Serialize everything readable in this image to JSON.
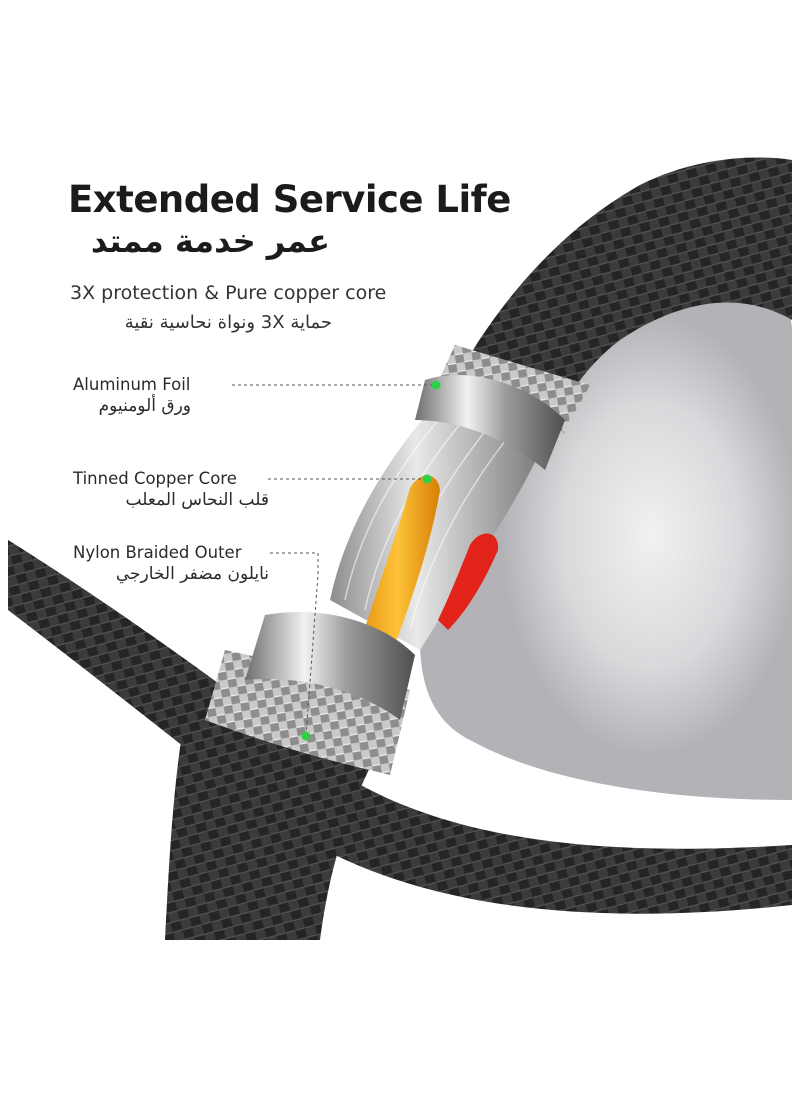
{
  "title": {
    "en": "Extended Service Life",
    "ar": "عمر خدمة ممتد"
  },
  "subtitle": {
    "en": "3X protection & Pure copper core",
    "ar": "حماية 3X ونواة نحاسية نقية"
  },
  "callouts": [
    {
      "en": "Aluminum Foil",
      "ar": "ورق ألومنيوم"
    },
    {
      "en": "Tinned Copper Core",
      "ar": "قلب النحاس المعلب"
    },
    {
      "en": "Nylon Braided Outer",
      "ar": "نايلون مضفر الخارجي"
    }
  ],
  "colors": {
    "marker": "#2fd04a",
    "core_yellow": "#f2a21a",
    "core_red": "#e2231a",
    "braid": "#2a2a2a"
  }
}
